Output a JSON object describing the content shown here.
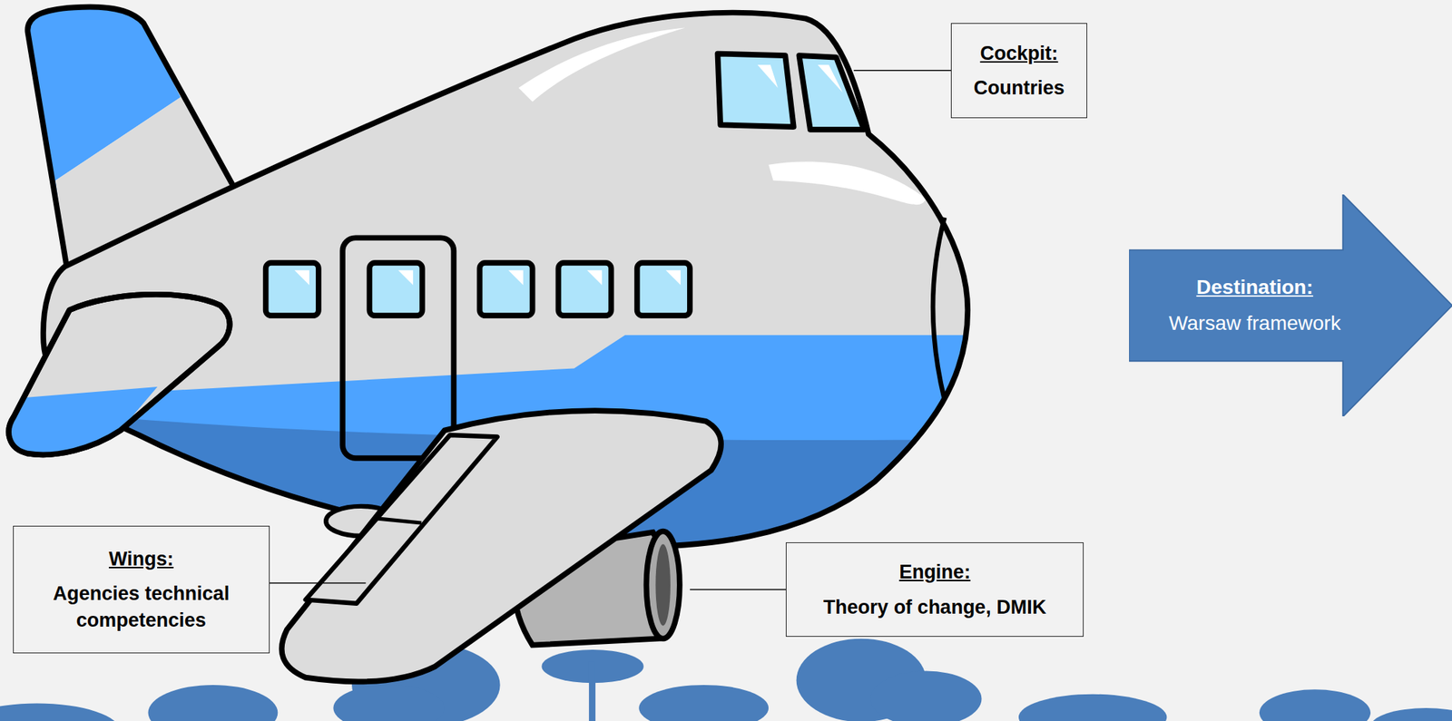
{
  "diagram": {
    "nodes": [
      {
        "text": [
          "Cockpit:",
          "Countries"
        ]
      },
      {
        "text": [
          "Destination:",
          "Warsaw framework"
        ]
      },
      {
        "text": [
          "Wings:",
          "Agencies technical competencies"
        ]
      },
      {
        "text": [
          "Engine:",
          "Theory of change, DMIK"
        ]
      }
    ]
  }
}
